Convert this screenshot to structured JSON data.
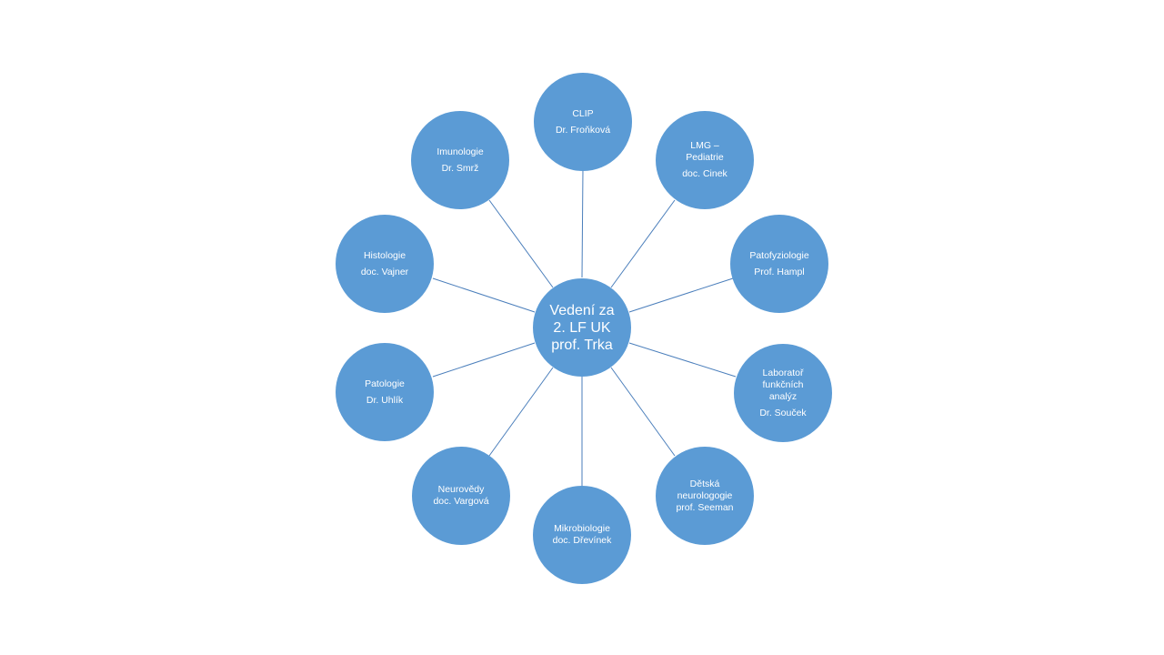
{
  "diagram": {
    "center": {
      "lines": [
        "Vedení za",
        "2. LF UK",
        "prof. Trka"
      ]
    },
    "nodes": [
      {
        "id": "clip",
        "lines": [
          "CLIP"
        ],
        "person": "Dr. Froňková"
      },
      {
        "id": "lmg",
        "lines": [
          "LMG –",
          "Pediatrie"
        ],
        "person": "doc. Cinek"
      },
      {
        "id": "patofyziologie",
        "lines": [
          "Patofyziologie"
        ],
        "person": "Prof. Hampl"
      },
      {
        "id": "laborator",
        "lines": [
          "Laboratoř",
          "funkčních",
          "analýz"
        ],
        "person": "Dr. Souček"
      },
      {
        "id": "detska-neurologie",
        "lines": [
          "Dětská",
          "neurologogie"
        ],
        "person": "prof. Seeman"
      },
      {
        "id": "mikrobiologie",
        "lines": [
          "Mikrobiologie"
        ],
        "person": "doc. Dřevínek"
      },
      {
        "id": "neurovedy",
        "lines": [
          "Neurovědy"
        ],
        "person": "doc. Vargová"
      },
      {
        "id": "patologie",
        "lines": [
          "Patologie"
        ],
        "person": "Dr. Uhlík"
      },
      {
        "id": "histologie",
        "lines": [
          "Histologie"
        ],
        "person": "doc. Vajner"
      },
      {
        "id": "imunologie",
        "lines": [
          "Imunologie"
        ],
        "person": "Dr. Smrž"
      }
    ],
    "colors": {
      "node_fill": "#5b9bd5",
      "connector": "#4a7ebb",
      "text": "#ffffff"
    }
  }
}
